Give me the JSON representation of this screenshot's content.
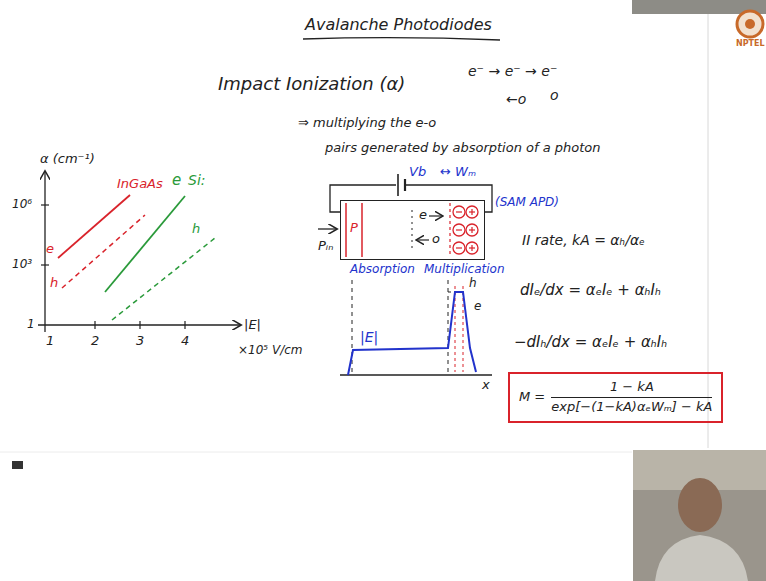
{
  "diagram": {
    "title": "Avalanche Photodiodes",
    "nodes": [
      {
        "text": [
          "P",
          "e",
          "o"
        ]
      },
      {
        "text": [
          "M =",
          "1 − kA",
          "exp[−(1−kA)αₑWₘ] − kA"
        ]
      }
    ],
    "labels": [
      "Impact Ionization (α)",
      "e⁻ → e⁻ → e⁻",
      "←o",
      "o",
      "⇒ multiplying the e-o",
      "pairs generated by absorption of a photon",
      "α (cm⁻¹)",
      "10⁶",
      "10³",
      "1",
      "1",
      "2",
      "3",
      "4",
      "|E|",
      "×10⁵ V/cm",
      "InGaAs",
      "e",
      "h",
      "e",
      "Si:",
      "h",
      "Vb",
      "↔ Wₘ",
      "Pᵢₙ",
      "(SAM APD)",
      "Absorption",
      "Multiplication",
      "|E|",
      "x",
      "h",
      "e",
      "II rate, kA = αₕ/αₑ",
      "dIₑ/dx = αₑIₑ + αₕIₕ",
      "−dIₕ/dx = αₑIₑ + αₕIₕ",
      "NPTEL"
    ]
  }
}
